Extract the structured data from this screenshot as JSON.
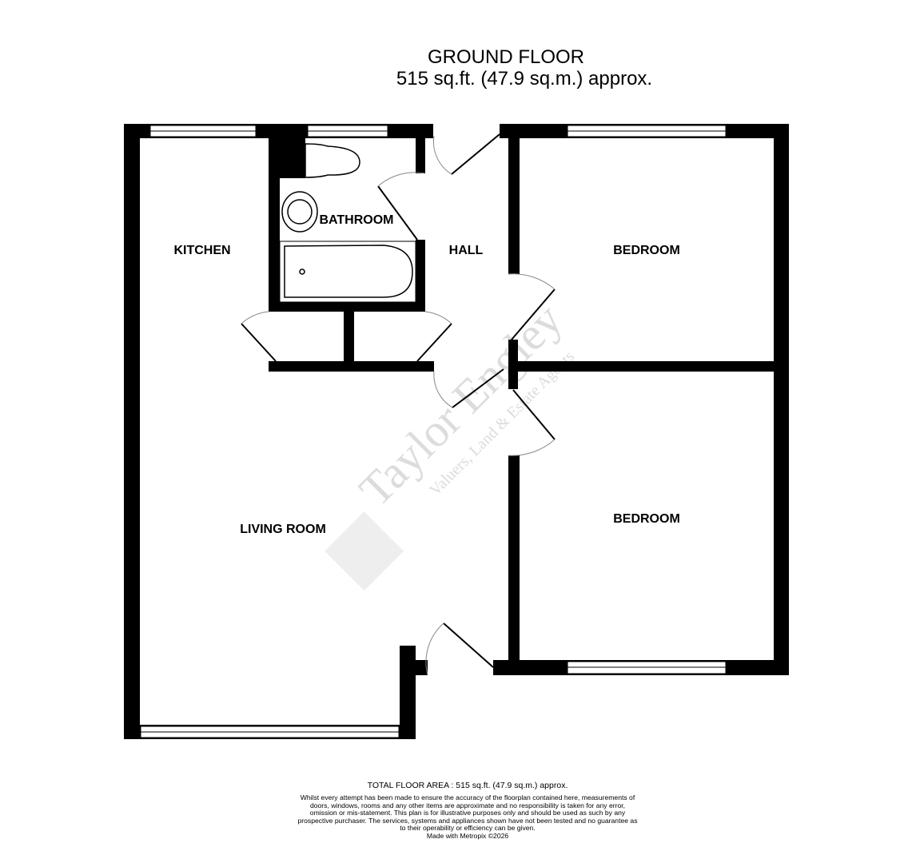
{
  "header": {
    "title": "GROUND FLOOR",
    "area": "515 sq.ft. (47.9 sq.m.) approx."
  },
  "rooms": {
    "kitchen": "KITCHEN",
    "bathroom": "BATHROOM",
    "hall": "HALL",
    "bedroom_1": "BEDROOM",
    "bedroom_2": "BEDROOM",
    "living_room": "LIVING ROOM"
  },
  "watermark": {
    "brand": "Taylor Engley",
    "tagline": "Valuers, Land & Estate Agents"
  },
  "footer": {
    "total": "TOTAL FLOOR AREA : 515 sq.ft. (47.9 sq.m.) approx.",
    "disclaimer": "Whilst every attempt has been made to ensure the accuracy of the floorplan contained here, measurements of doors, windows, rooms and any other items are approximate and no responsibility is taken for any error, omission or mis-statement. This plan is for illustrative purposes only and should be used as such by any prospective purchaser. The services, systems and appliances shown have not been tested and no guarantee as to their operability or efficiency can be given.",
    "credit": "Made with Metropix ©2026"
  },
  "colors": {
    "wall": "#000000",
    "watermark": "#d9d9d9"
  }
}
